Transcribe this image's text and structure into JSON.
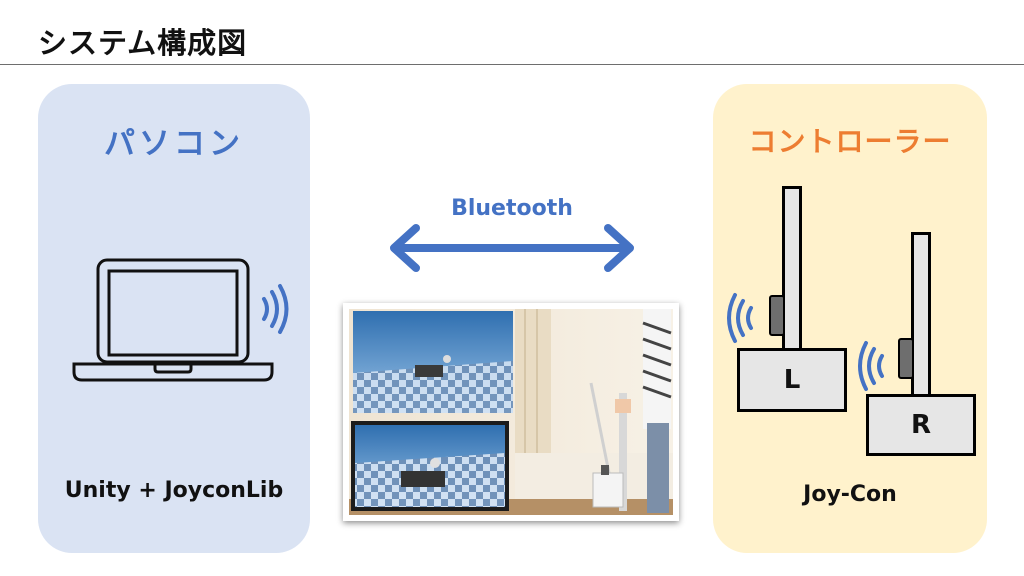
{
  "title": "システム構成図",
  "pc": {
    "heading": "パソコン",
    "caption": "Unity + JoyconLib"
  },
  "link": {
    "label": "Bluetooth"
  },
  "controller": {
    "heading": "コントローラー",
    "caption": "Joy-Con",
    "left_label": "L",
    "right_label": "R"
  },
  "colors": {
    "blue_accent": "#4472c4",
    "orange_accent": "#ed7d31",
    "pc_panel": "#dae3f3",
    "controller_panel": "#fff2cc"
  },
  "icons": [
    "laptop-icon",
    "wifi-signal-icon",
    "double-arrow-icon",
    "joycon-icon"
  ]
}
